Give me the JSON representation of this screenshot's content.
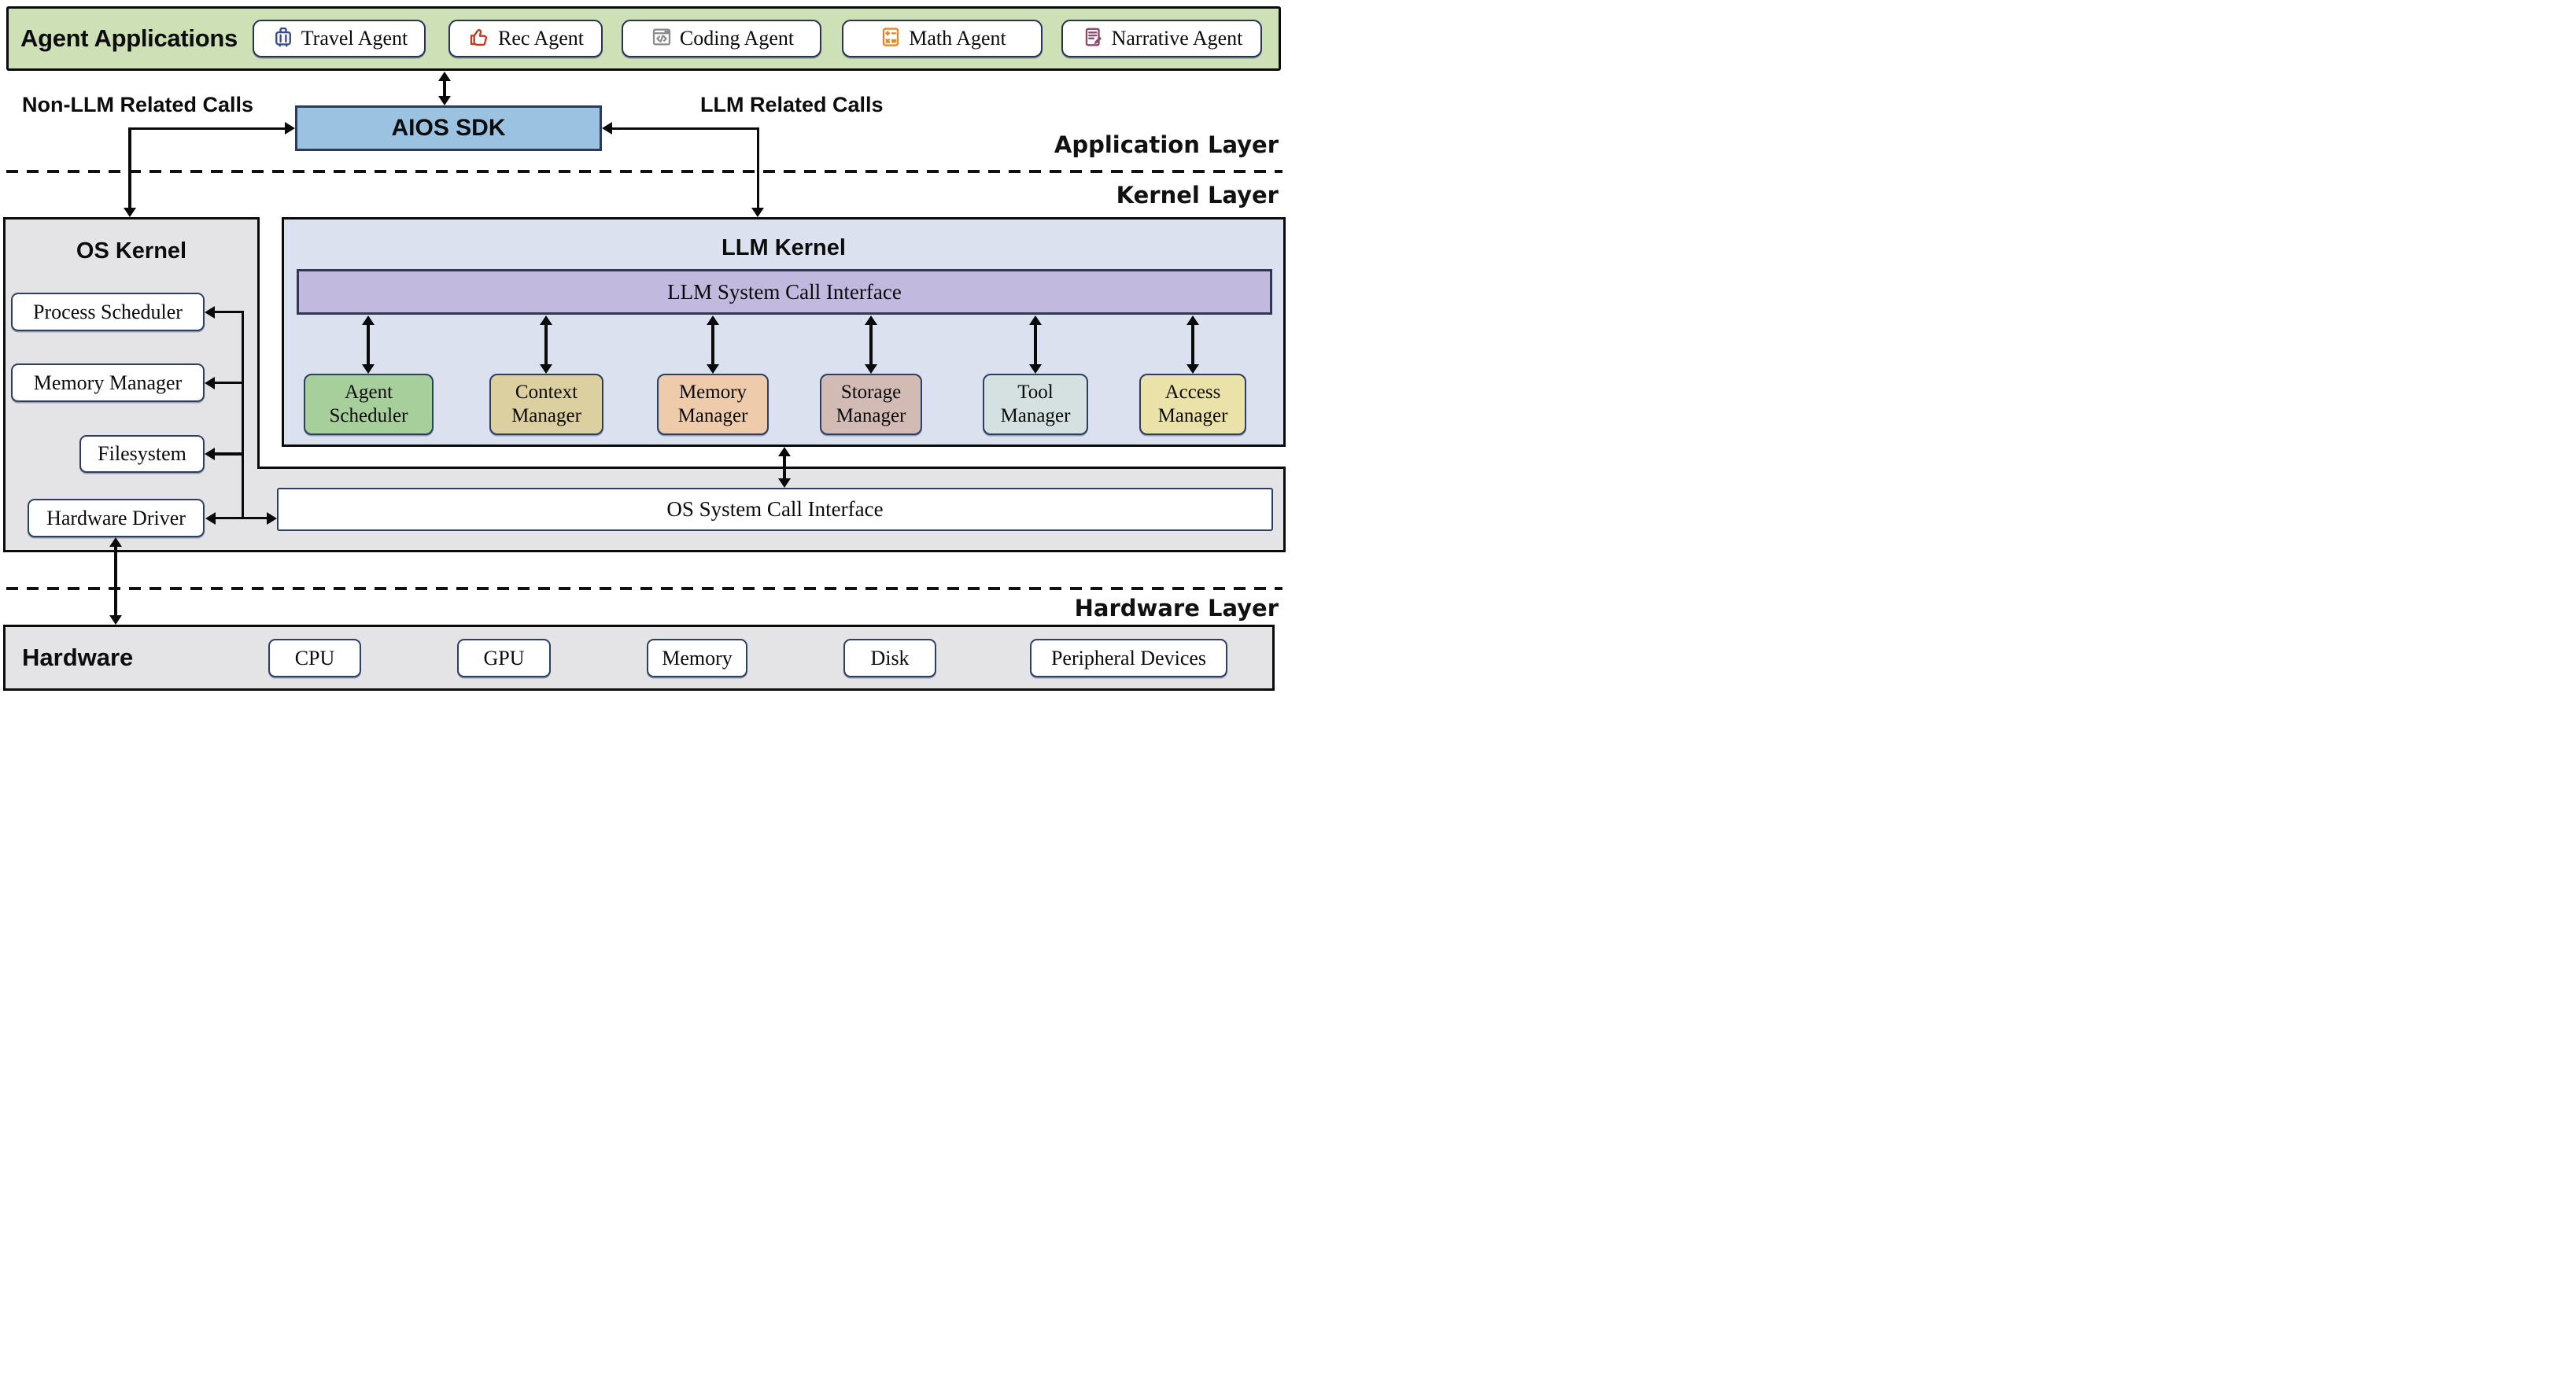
{
  "palette": {
    "app_bar_green": "#cde0b6",
    "sdk_blue": "#9cc2e2",
    "llm_kernel_lavender": "#dce1f0",
    "sci_purple": "#c2b9df",
    "panel_gray": "#e4e3e6",
    "navy_border": "#2c3f63",
    "travel_icon": "#3d4c85",
    "rec_icon": "#c03a28",
    "coding_icon": "#8a8a8a",
    "math_icon": "#e5862a",
    "narrative_icon": "#8d4a6d"
  },
  "app_bar": {
    "title": "Agent Applications",
    "agents": [
      {
        "label": "Travel Agent",
        "icon": "suitcase-icon"
      },
      {
        "label": "Rec Agent",
        "icon": "thumbs-up-icon"
      },
      {
        "label": "Coding Agent",
        "icon": "code-window-icon"
      },
      {
        "label": "Math Agent",
        "icon": "calculator-icon"
      },
      {
        "label": "Narrative Agent",
        "icon": "document-pen-icon"
      }
    ]
  },
  "sdk": {
    "label": "AIOS SDK"
  },
  "calls": {
    "non_llm": "Non-LLM Related Calls",
    "llm": "LLM Related Calls"
  },
  "layer_labels": {
    "application": "Application Layer",
    "kernel": "Kernel Layer",
    "hardware": "Hardware Layer"
  },
  "os_kernel": {
    "title": "OS Kernel",
    "components": [
      "Process Scheduler",
      "Memory Manager",
      "Filesystem",
      "Hardware Driver"
    ]
  },
  "llm_kernel": {
    "title": "LLM Kernel",
    "interface_label": "LLM System Call Interface",
    "managers": [
      {
        "line1": "Agent",
        "line2": "Scheduler",
        "style": "background:#a7cf9b"
      },
      {
        "line1": "Context",
        "line2": "Manager",
        "style": "background:#dccfa0"
      },
      {
        "line1": "Memory",
        "line2": "Manager",
        "style": "background:#eecbab"
      },
      {
        "line1": "Storage",
        "line2": "Manager",
        "style": "background:#d2bab5"
      },
      {
        "line1": "Tool",
        "line2": "Manager",
        "style": "background:#d5e1e0"
      },
      {
        "line1": "Access",
        "line2": "Manager",
        "style": "background:#eae2a9"
      }
    ]
  },
  "os_interface": {
    "label": "OS System Call Interface"
  },
  "hardware": {
    "title": "Hardware",
    "components": [
      "CPU",
      "GPU",
      "Memory",
      "Disk",
      "Peripheral Devices"
    ]
  }
}
